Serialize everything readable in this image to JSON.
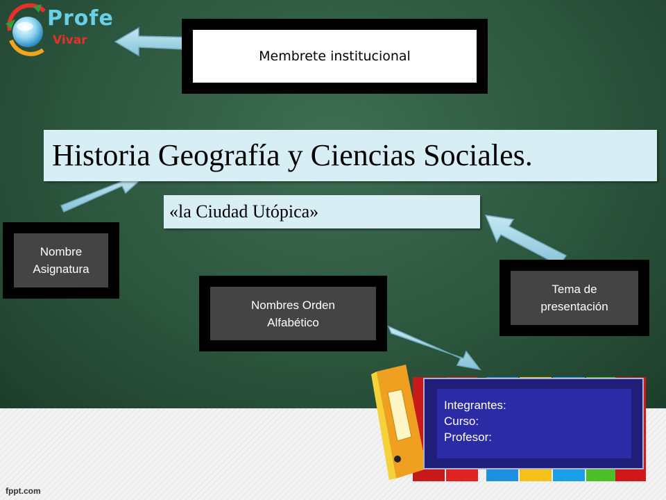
{
  "logo": {
    "line1": "Profe",
    "line2": "Vivar"
  },
  "membrete": {
    "label": "Membrete institucional"
  },
  "title": {
    "text": "Historia Geografía y Ciencias Sociales."
  },
  "subtitle": {
    "text": "«la Ciudad Utópica»"
  },
  "labels": {
    "nombre_asignatura_1": "Nombre",
    "nombre_asignatura_2": "Asignatura",
    "nombres_orden_1": "Nombres Orden",
    "nombres_orden_2": "Alfabético",
    "tema_1": "Tema de",
    "tema_2": "presentación"
  },
  "info": {
    "integrantes": "Integrantes:",
    "curso": "Curso:",
    "profesor": "Profesor:"
  },
  "footer": {
    "brand": "fppt.com"
  },
  "colors": {
    "background": "#2d5a40",
    "banner": "#d8eef5",
    "arrow": "#a8d8e8",
    "box_border": "#000000",
    "box_fill": "#444444",
    "info_card": "#2b2ba5"
  }
}
